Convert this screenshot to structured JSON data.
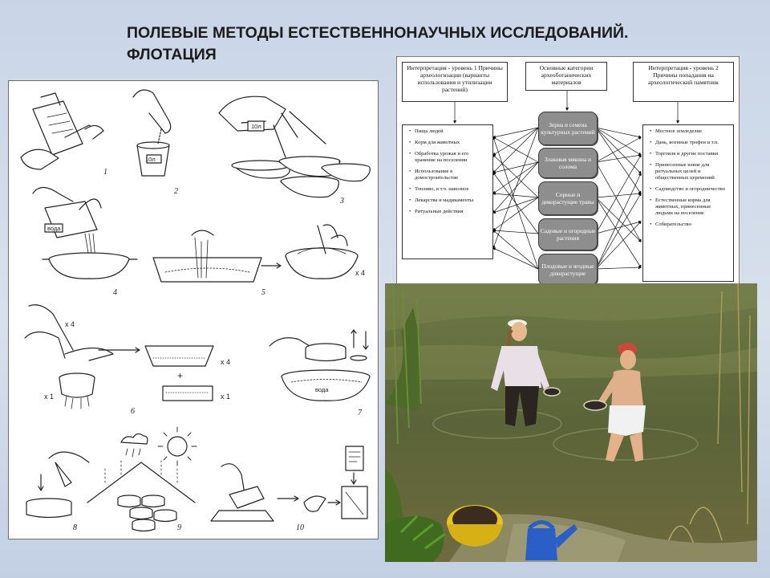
{
  "slide": {
    "title_line1": "ПОЛЕВЫЕ МЕТОДЫ ЕСТЕСТВЕННОНАУЧНЫХ ИССЛЕДОВАНИЙ.",
    "title_line2": "ФЛОТАЦИЯ"
  },
  "flotation_figure": {
    "steps": [
      "1",
      "2",
      "3",
      "4",
      "5",
      "6",
      "7",
      "8",
      "9",
      "10"
    ],
    "container_label": "10л",
    "water_label": "вода",
    "multipliers": {
      "x4_a": "x 4",
      "x4_b": "x 4",
      "x4_c": "x 4",
      "x1_a": "x 1",
      "x1_b": "x 1"
    },
    "plus": "+"
  },
  "diagram": {
    "left_header": "Интерпретация - уровень 1 Причины археологизации (варианты использования и утилизации растений)",
    "center_header": "Основные категории археоботанических материалов",
    "right_header": "Интерпретация - уровень 2 Причины попадания на археологический памятник",
    "left_items": [
      "Пища людей",
      "Корм для животных",
      "Обработка урожая и его хранение на поселении",
      "Использование в домостроительстве",
      "Топливо, в т.ч. навозное",
      "Лекарства и мадикаменты",
      "Ритуальные действия"
    ],
    "categories": [
      "Зерна и семена культурных растений",
      "Злаковая мякина и солома",
      "Сорные и дикорастущие травы",
      "Садовые и огородные растения",
      "Плодовые и ягодные дикорастущие"
    ],
    "right_items": [
      "Местное земледелие",
      "Дань, военные трофеи и т.п.",
      "Торговля и другие поставки",
      "Принесенные извне для ритуальных целей и общественных церемоний",
      "Садоводство и огородничество",
      "Естественные корма для животных, принесенные людьми на поселение",
      "Собирательство"
    ]
  },
  "colors": {
    "background": "#cdd8e8",
    "category_fill": "#8e8e8e",
    "water": "#5e6a3a",
    "sky": "#dfe8ee",
    "bucket": "#e7c31b",
    "watering_can": "#2a5fc8"
  }
}
